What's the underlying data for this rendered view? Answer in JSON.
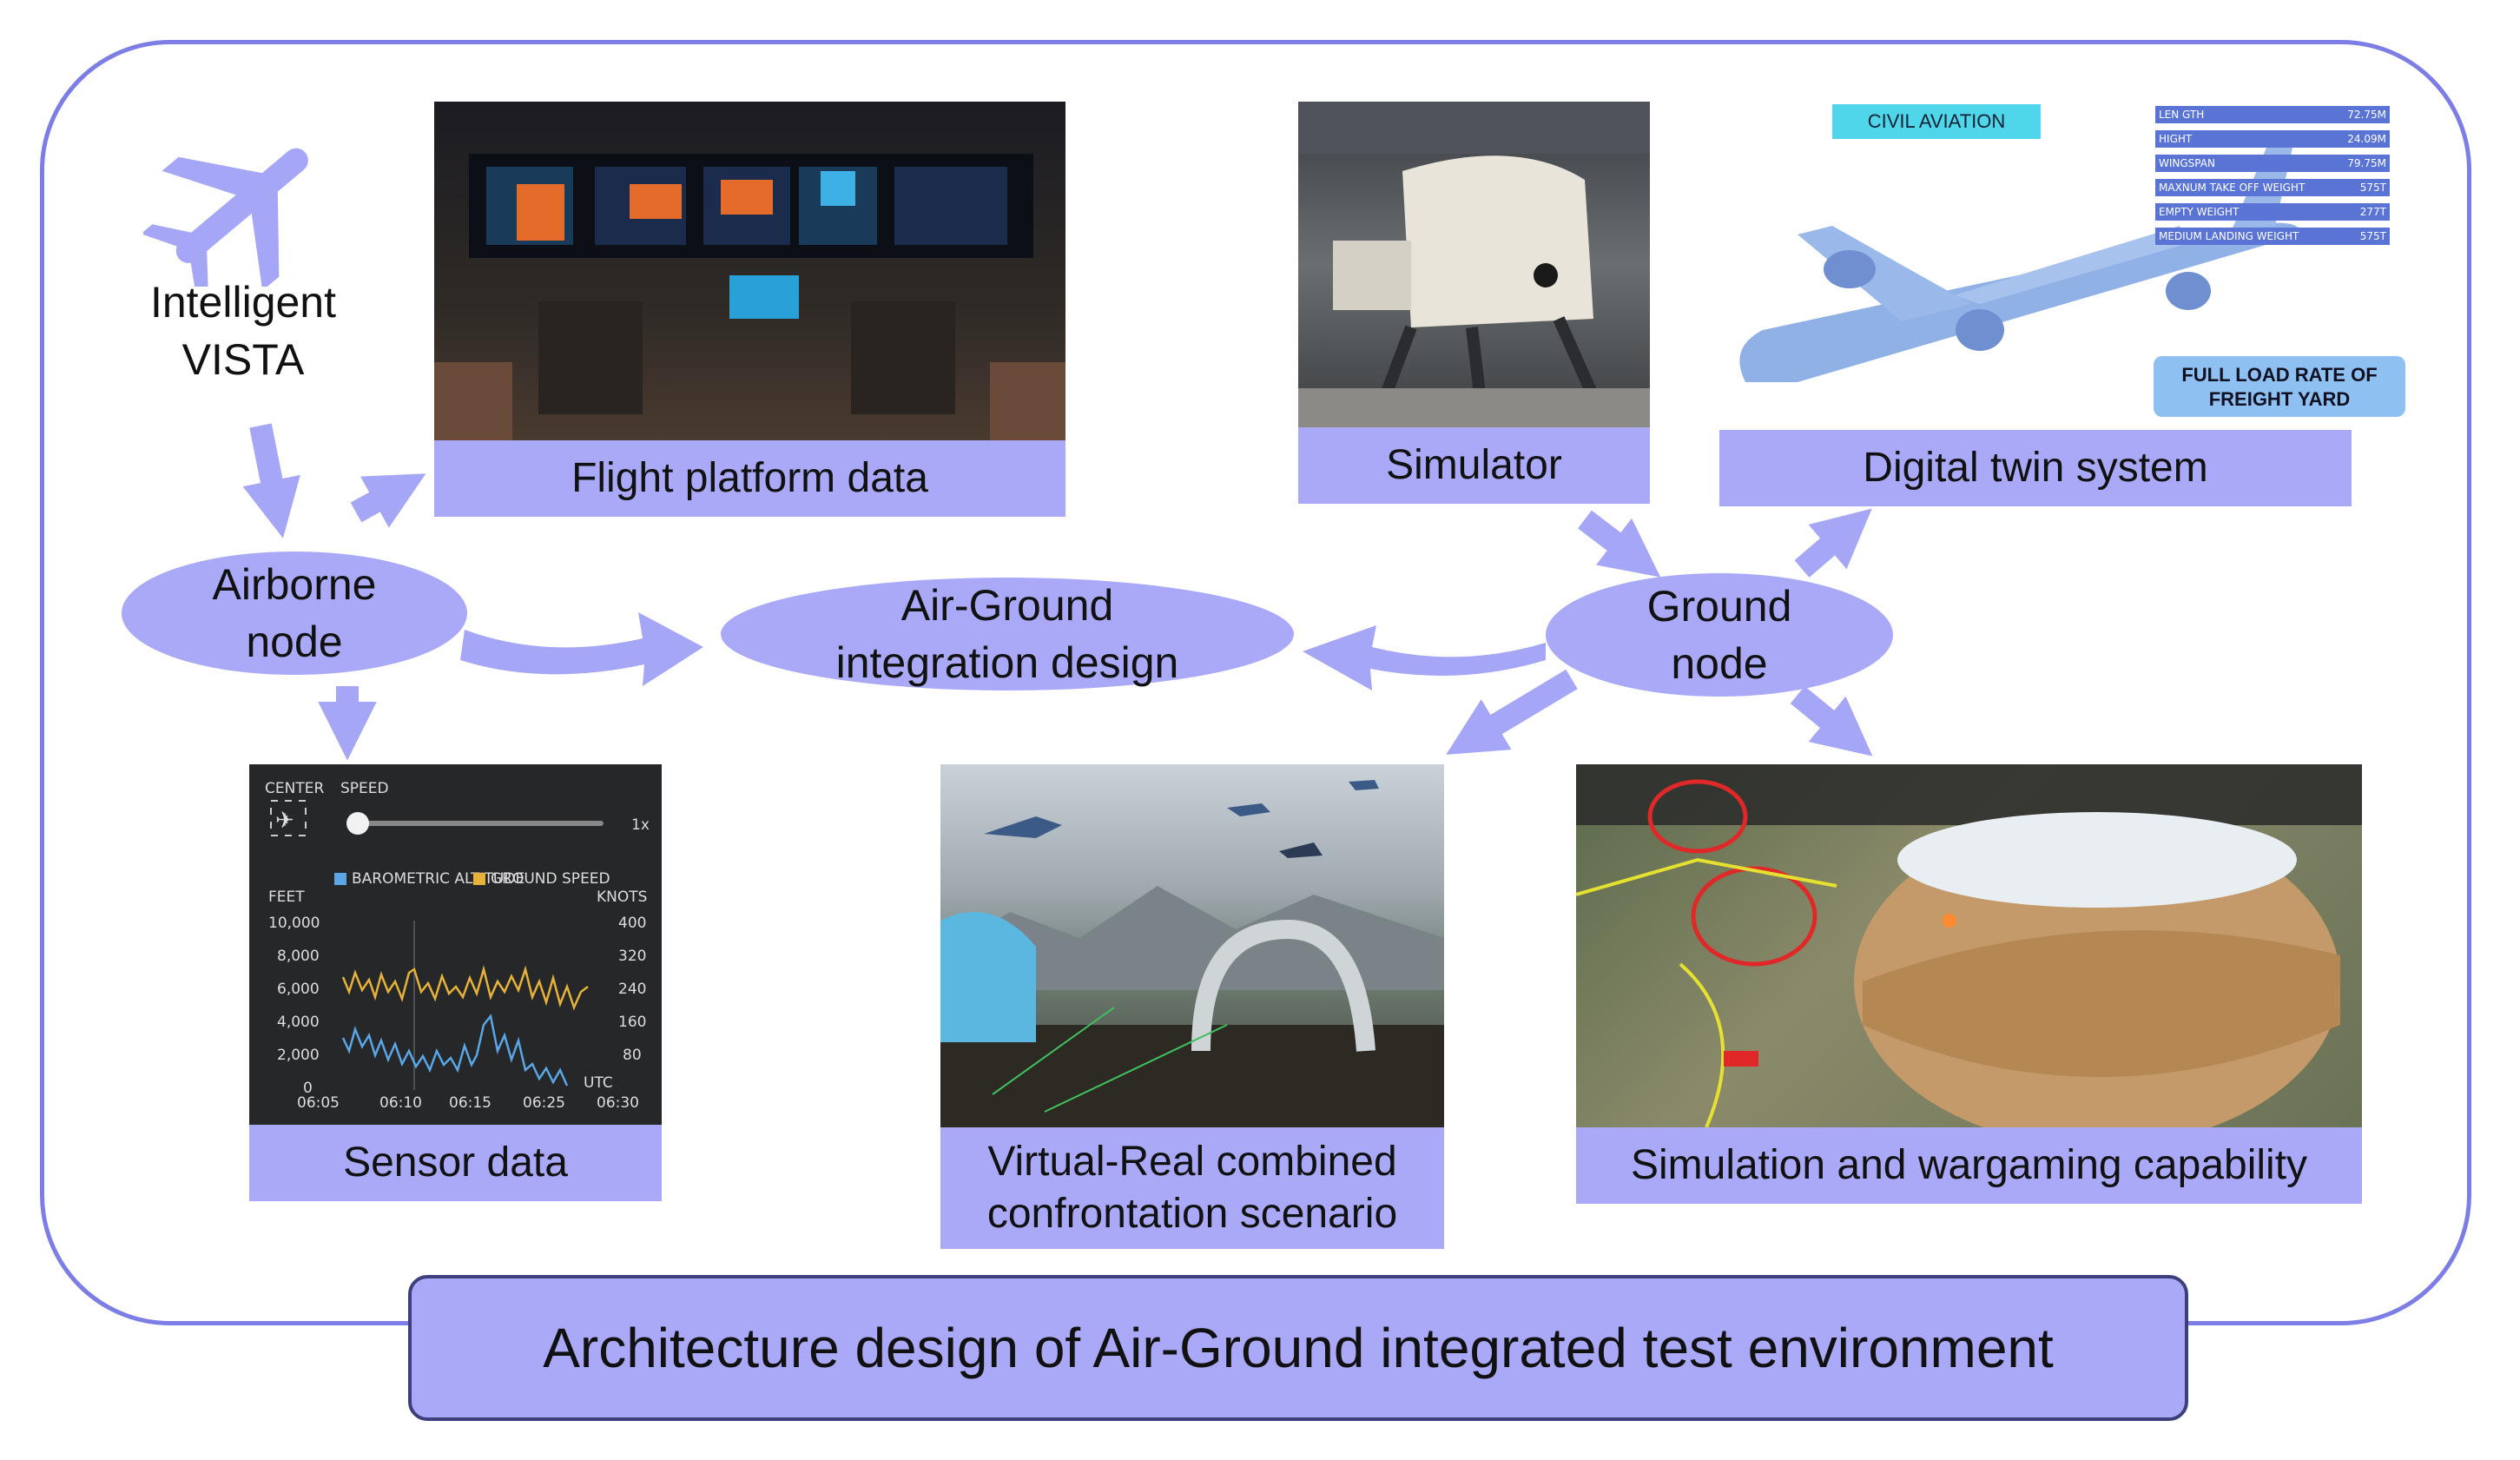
{
  "top_node": {
    "line1": "Intelligent",
    "line2": "VISTA"
  },
  "nodes": {
    "airborne": {
      "line1": "Airborne",
      "line2": "node"
    },
    "integration": {
      "line1": "Air-Ground",
      "line2": "integration design"
    },
    "ground": {
      "line1": "Ground",
      "line2": "node"
    }
  },
  "panels": {
    "flight_platform": "Flight platform data",
    "simulator": "Simulator",
    "digital_twin": "Digital twin system",
    "sensor": "Sensor data",
    "virtual_real": {
      "line1": "Virtual-Real combined",
      "line2": "confrontation scenario"
    },
    "simulation": "Simulation and wargaming capability"
  },
  "digital_twin_image": {
    "badge": "CIVIL AVIATION",
    "specs": [
      {
        "k": "LEN GTH",
        "v": "72.75M"
      },
      {
        "k": "HIGHT",
        "v": "24.09M"
      },
      {
        "k": "WINGSPAN",
        "v": "79.75M"
      },
      {
        "k": "MAXNUM TAKE OFF WEIGHT",
        "v": "575T"
      },
      {
        "k": "EMPTY WEIGHT",
        "v": "277T"
      },
      {
        "k": "MEDIUM LANDING WEIGHT",
        "v": "575T"
      }
    ],
    "freight_line1": "FULL LOAD RATE OF",
    "freight_line2": "FREIGHT YARD"
  },
  "sensor_image": {
    "center": "CENTER",
    "speed": "SPEED",
    "speed_value": "1x",
    "legend_alt": "BAROMETRIC ALTITUDE",
    "legend_speed": "GROUND SPEED",
    "left_unit": "FEET",
    "right_unit": "KNOTS",
    "left_ticks": [
      "10,000",
      "8,000",
      "6,000",
      "4,000",
      "2,000",
      "0"
    ],
    "right_ticks": [
      "400",
      "320",
      "240",
      "160",
      "80"
    ],
    "x_ticks": [
      "06:05",
      "06:10",
      "06:15",
      "06:25",
      "06:30"
    ],
    "utc": "UTC"
  },
  "title": "Architecture design of Air-Ground integrated test environment",
  "colors": {
    "accent": "#a9a9f8",
    "frame": "#7c7ee6",
    "arrow": "#a6a6f6",
    "title_border": "#3d3f7c"
  }
}
